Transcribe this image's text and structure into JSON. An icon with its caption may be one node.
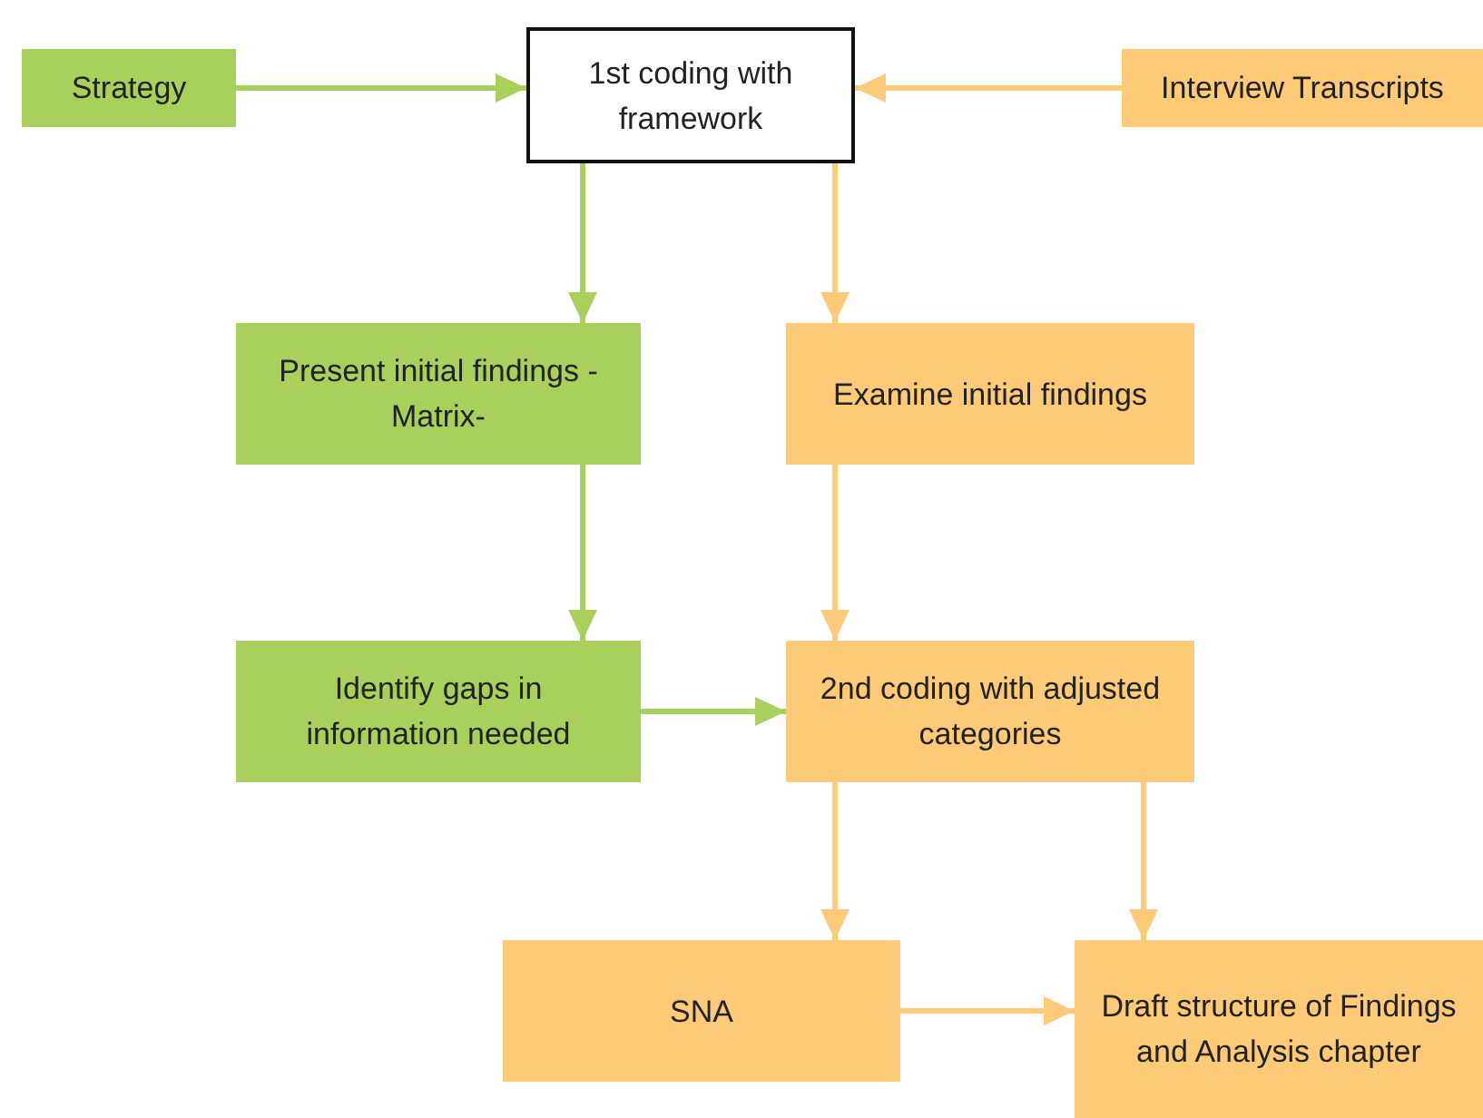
{
  "diagram": {
    "nodes": [
      {
        "text": [
          "Strategy"
        ]
      },
      {
        "text": [
          "1st coding with framework"
        ]
      },
      {
        "text": [
          "Interview Transcripts"
        ]
      },
      {
        "text": [
          "Present initial findings -Matrix-"
        ]
      },
      {
        "text": [
          "Examine initial findings"
        ]
      },
      {
        "text": [
          "Identify gaps in information needed"
        ]
      },
      {
        "text": [
          "2nd coding with adjusted categories"
        ]
      },
      {
        "text": [
          "SNA"
        ]
      },
      {
        "text": [
          "Draft structure of Findings and Analysis chapter"
        ]
      }
    ],
    "edges": [
      {
        "from": 0,
        "to": 1,
        "arrow": "to",
        "color": "#a9d05a"
      },
      {
        "from": 2,
        "to": 1,
        "arrow": "to"
      },
      {
        "from": 1,
        "to": 3,
        "arrow": "to",
        "color": "#a9d05a"
      },
      {
        "from": 1,
        "to": 4,
        "arrow": "to"
      },
      {
        "from": 3,
        "to": 5,
        "arrow": "to",
        "color": "#a9d05a"
      },
      {
        "from": 4,
        "to": 6,
        "arrow": "to"
      },
      {
        "from": 5,
        "to": 6,
        "arrow": "to",
        "color": "#a9d05a"
      },
      {
        "from": 6,
        "to": 7,
        "arrow": "to"
      },
      {
        "from": 6,
        "to": 8,
        "arrow": "to"
      },
      {
        "from": 7,
        "to": 8,
        "arrow": "to"
      }
    ]
  }
}
